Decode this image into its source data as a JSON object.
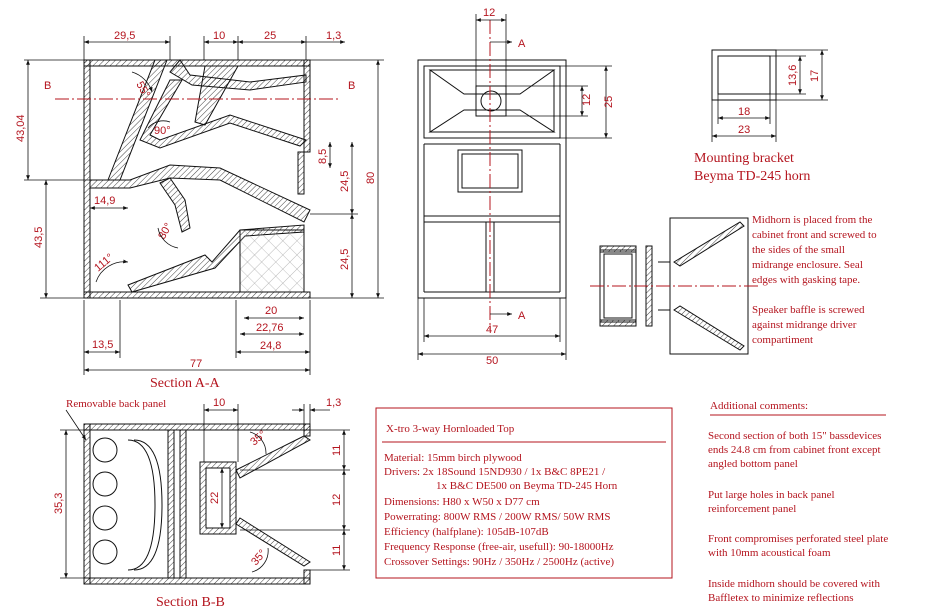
{
  "section_aa": {
    "title": "Section A-A",
    "dims": {
      "d_29_5": "29,5",
      "d_10_top": "10",
      "d_25_top": "25",
      "d_1_3_top": "1,3",
      "d_43_04": "43,04",
      "d_43_5": "43,5",
      "d_80": "80",
      "d_8_5": "8,5",
      "d_24_5_a": "24,5",
      "d_24_5_b": "24,5",
      "d_14_9": "14,9",
      "d_20": "20",
      "d_22_76": "22,76",
      "d_24_8": "24,8",
      "d_13_5": "13,5",
      "d_77": "77",
      "a_55": "55°",
      "a_90": "90°",
      "a_80": "80°",
      "a_111": "111°"
    },
    "marker_b_left": "B",
    "marker_b_right": "B"
  },
  "front_view": {
    "dims": {
      "d_12_top": "12",
      "d_12_side": "12",
      "d_25_side": "25",
      "d_47": "47",
      "d_50": "50"
    },
    "marker_a_top": "A",
    "marker_a_bottom": "A"
  },
  "mounting_bracket": {
    "title_line1": "Mounting bracket",
    "title_line2": "Beyma TD-245 horn",
    "dims": {
      "d_13_6": "13,6",
      "d_17": "17",
      "d_18": "18",
      "d_23": "23"
    }
  },
  "midhorn_note": {
    "lines": [
      "Midhorn is placed from the",
      "cabinet front and screwed to",
      "the sides of the small",
      "midrange enclosure. Seal",
      "edges with gasking tape."
    ],
    "lines2": [
      "Speaker baffle is screwed",
      "against midrange driver",
      "compartiment"
    ]
  },
  "section_bb": {
    "title": "Section B-B",
    "removable_label": "Removable back panel",
    "dims": {
      "d_10": "10",
      "d_1_3": "1,3",
      "d_35_3": "35,3",
      "d_22": "22",
      "d_11_a": "11",
      "d_12": "12",
      "d_11_b": "11",
      "a_35_a": "35°",
      "a_35_b": "35°"
    }
  },
  "specs": {
    "title": "X-tro 3-way Hornloaded Top",
    "lines": [
      "Material: 15mm birch plywood",
      "Drivers: 2x 18Sound 15ND930 / 1x B&C 8PE21 /",
      "1x B&C DE500 on Beyma TD-245 Horn",
      "Dimensions: H80 x W50 x D77 cm",
      "Powerrating: 800W RMS / 200W RMS/  50W RMS",
      "Efficiency (halfplane): 105dB-107dB",
      "Frequency Response (free-air, usefull): 90-18000Hz",
      "Crossover Settings: 90Hz / 350Hz / 2500Hz (active)"
    ]
  },
  "comments": {
    "title": "Additional comments:",
    "paragraphs": [
      [
        "Second section of both 15\" bassdevices",
        "ends 24.8 cm from cabinet front except",
        "angled bottom panel"
      ],
      [
        "Put large holes in back panel",
        "reinforcement panel"
      ],
      [
        "Front compromises perforated steel plate",
        "with 10mm acoustical foam"
      ],
      [
        "Inside midhorn should be covered with",
        "Baffletex to minimize reflections"
      ]
    ]
  }
}
